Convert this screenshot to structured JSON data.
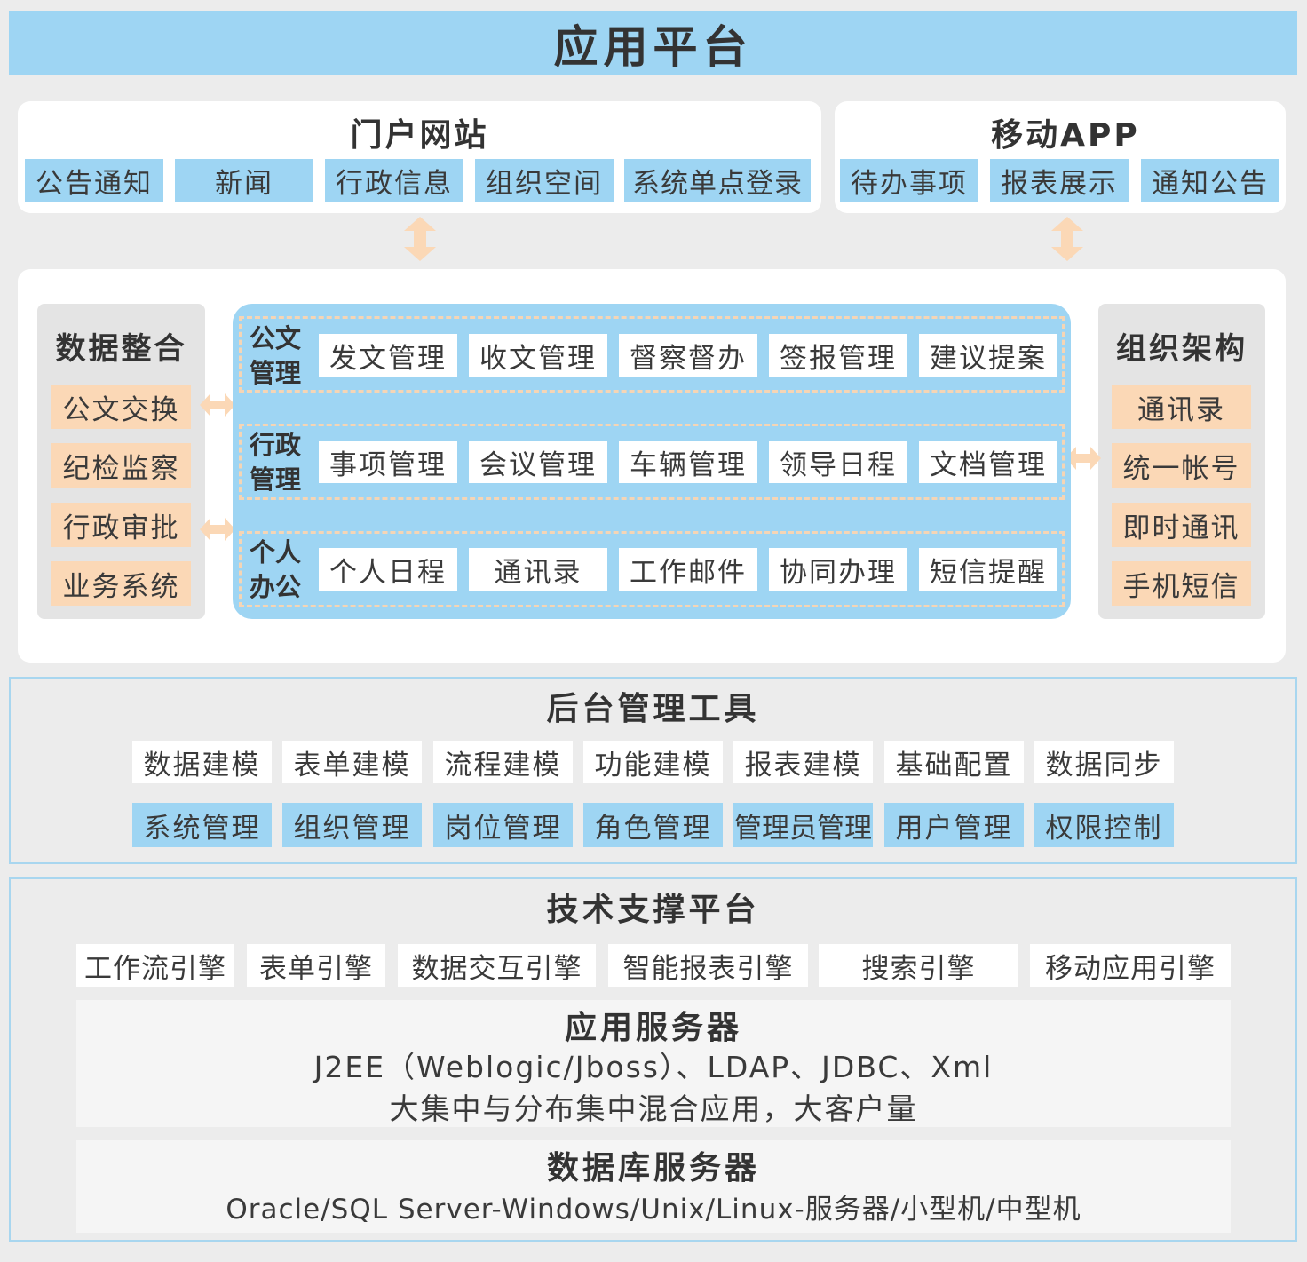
{
  "header": {
    "title": "应用平台"
  },
  "portal": {
    "title": "门户网站",
    "items": [
      "公告通知",
      "新闻",
      "行政信息",
      "组织空间",
      "系统单点登录"
    ]
  },
  "mobile": {
    "title": "移动APP",
    "items": [
      "待办事项",
      "报表展示",
      "通知公告"
    ]
  },
  "data_integration": {
    "title": "数据整合",
    "items": [
      "公文交换",
      "纪检监察",
      "行政审批",
      "业务系统"
    ]
  },
  "org_structure": {
    "title": "组织架构",
    "items": [
      "通讯录",
      "统一帐号",
      "即时通讯",
      "手机短信"
    ]
  },
  "core_rows": [
    {
      "label_line1": "公文",
      "label_line2": "管理",
      "items": [
        "发文管理",
        "收文管理",
        "督察督办",
        "签报管理",
        "建议提案"
      ]
    },
    {
      "label_line1": "行政",
      "label_line2": "管理",
      "items": [
        "事项管理",
        "会议管理",
        "车辆管理",
        "领导日程",
        "文档管理"
      ]
    },
    {
      "label_line1": "个人",
      "label_line2": "办公",
      "items": [
        "个人日程",
        "通讯录",
        "工作邮件",
        "协同办理",
        "短信提醒"
      ]
    }
  ],
  "backend": {
    "title": "后台管理工具",
    "row1": [
      "数据建模",
      "表单建模",
      "流程建模",
      "功能建模",
      "报表建模",
      "基础配置",
      "数据同步"
    ],
    "row2": [
      "系统管理",
      "组织管理",
      "岗位管理",
      "角色管理",
      "管理员管理",
      "用户管理",
      "权限控制"
    ]
  },
  "tech": {
    "title": "技术支撑平台",
    "engines": [
      "工作流引擎",
      "表单引擎",
      "数据交互引擎",
      "智能报表引擎",
      "搜索引擎",
      "移动应用引擎"
    ],
    "app_server": {
      "title": "应用服务器",
      "line1": "J2EE（Weblogic/Jboss）、LDAP、JDBC、Xml",
      "line2": "大集中与分布集中混合应用，大客户量"
    },
    "db_server": {
      "title": "数据库服务器",
      "line1": "Oracle/SQL Server-Windows/Unix/Linux-服务器/小型机/中型机"
    }
  },
  "colors": {
    "header_blue": "#9ed5f3",
    "chip_orange": "#fbd8b6",
    "arrow_orange": "#fbd8b6",
    "background": "#ececec"
  }
}
